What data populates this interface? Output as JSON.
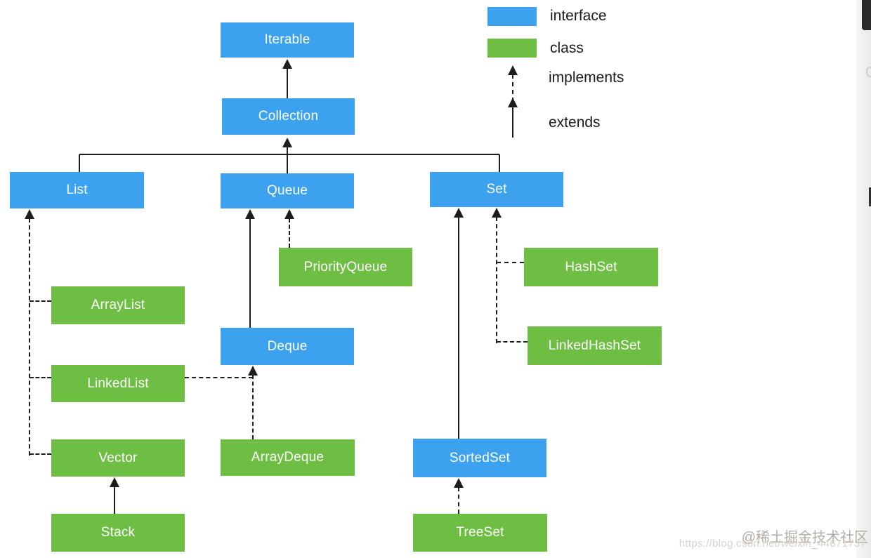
{
  "nodes": {
    "iterable": "Iterable",
    "collection": "Collection",
    "list": "List",
    "queue": "Queue",
    "set": "Set",
    "priority_queue": "PriorityQueue",
    "array_list": "ArrayList",
    "hash_set": "HashSet",
    "deque": "Deque",
    "linked_list": "LinkedList",
    "linked_hash_set": "LinkedHashSet",
    "vector": "Vector",
    "array_deque": "ArrayDeque",
    "sorted_set": "SortedSet",
    "stack": "Stack",
    "tree_set": "TreeSet"
  },
  "legend": {
    "interface": "interface",
    "class": "class",
    "implements": "implements",
    "extends": "extends"
  },
  "relationships": [
    {
      "from": "Collection",
      "to": "Iterable",
      "type": "extends"
    },
    {
      "from": "List",
      "to": "Collection",
      "type": "extends"
    },
    {
      "from": "Queue",
      "to": "Collection",
      "type": "extends"
    },
    {
      "from": "Set",
      "to": "Collection",
      "type": "extends"
    },
    {
      "from": "ArrayList",
      "to": "List",
      "type": "implements"
    },
    {
      "from": "LinkedList",
      "to": "List",
      "type": "implements"
    },
    {
      "from": "Vector",
      "to": "List",
      "type": "implements"
    },
    {
      "from": "Stack",
      "to": "Vector",
      "type": "extends"
    },
    {
      "from": "Deque",
      "to": "Queue",
      "type": "extends"
    },
    {
      "from": "PriorityQueue",
      "to": "Queue",
      "type": "implements"
    },
    {
      "from": "LinkedList",
      "to": "Deque",
      "type": "implements"
    },
    {
      "from": "ArrayDeque",
      "to": "Deque",
      "type": "implements"
    },
    {
      "from": "SortedSet",
      "to": "Set",
      "type": "extends"
    },
    {
      "from": "HashSet",
      "to": "Set",
      "type": "implements"
    },
    {
      "from": "LinkedHashSet",
      "to": "Set",
      "type": "implements"
    },
    {
      "from": "TreeSet",
      "to": "SortedSet",
      "type": "implements"
    }
  ],
  "watermark": {
    "community": "@稀土掘金技术社区",
    "url": "https://blog.csdn.net/weixin_44671737"
  },
  "colors": {
    "interface_fill": "#3ca2ef",
    "class_fill": "#6fbe44",
    "line": "#1d1d1b",
    "background": "#ffffff",
    "watermark_text": "#b3ada6",
    "watermark_url": "#d6d2cb"
  }
}
